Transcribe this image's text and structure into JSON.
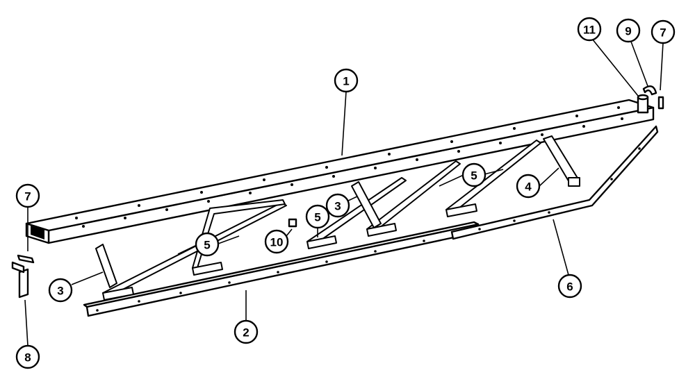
{
  "callouts": [
    {
      "id": "c1",
      "label": "1"
    },
    {
      "id": "c2",
      "label": "2"
    },
    {
      "id": "c3a",
      "label": "3"
    },
    {
      "id": "c3b",
      "label": "3"
    },
    {
      "id": "c4",
      "label": "4"
    },
    {
      "id": "c5a",
      "label": "5"
    },
    {
      "id": "c5b",
      "label": "5"
    },
    {
      "id": "c5c",
      "label": "5"
    },
    {
      "id": "c6",
      "label": "6"
    },
    {
      "id": "c7a",
      "label": "7"
    },
    {
      "id": "c7b",
      "label": "7"
    },
    {
      "id": "c8",
      "label": "8"
    },
    {
      "id": "c9",
      "label": "9"
    },
    {
      "id": "c10",
      "label": "10"
    },
    {
      "id": "c11",
      "label": "11"
    }
  ]
}
